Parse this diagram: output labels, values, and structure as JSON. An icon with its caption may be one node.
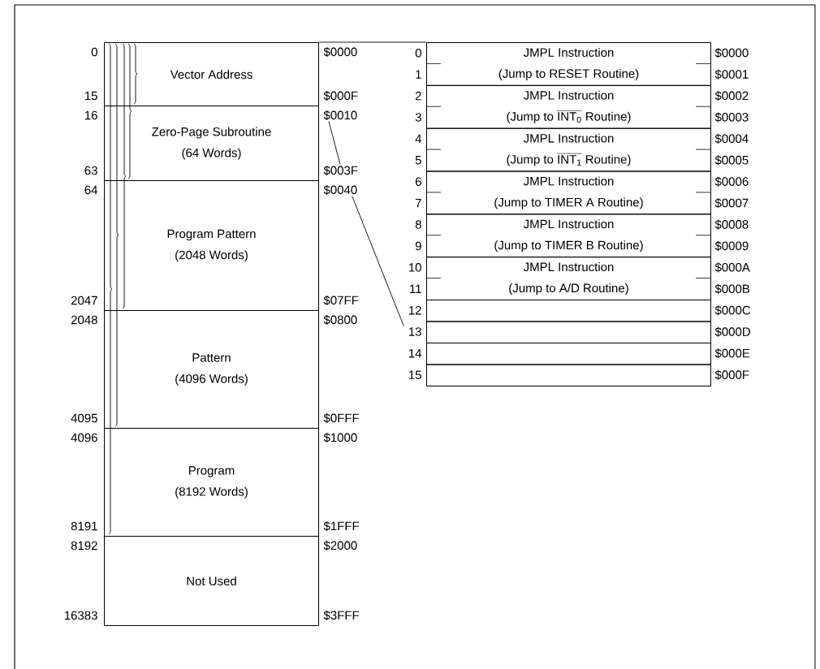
{
  "diagram": {
    "nodes": [
      {
        "text": [
          "Vector Address"
        ]
      },
      {
        "text": [
          "Zero-Page Subroutine",
          "(64 Words)"
        ]
      },
      {
        "text": [
          "Program Pattern",
          "(2048 Words)"
        ]
      },
      {
        "text": [
          "Pattern",
          "(4096 Words)"
        ]
      },
      {
        "text": [
          "Program",
          "(8192 Words)"
        ]
      },
      {
        "text": [
          "Not Used"
        ]
      },
      {
        "text": [
          "JMPL Instruction",
          "(Jump to RESET Routine)"
        ]
      },
      {
        "text": [
          "JMPL Instruction",
          "\\text{(Jump to }\\overline{\\text{INT}_{\\text{0}}}\\text{ Routine)}"
        ]
      },
      {
        "text": [
          "JMPL Instruction",
          "\\text{(Jump to }\\overline{\\text{INT}_{\\text{1}}}\\text{ Routine)}"
        ]
      },
      {
        "text": [
          "JMPL Instruction",
          "(Jump to TIMER A Routine)"
        ]
      },
      {
        "text": [
          "JMPL Instruction",
          "(Jump to TIMER B Routine)"
        ]
      },
      {
        "text": [
          "JMPL Instruction",
          "(Jump to A/D Routine)"
        ]
      },
      {
        "text": [],
        "shape": "box"
      },
      {
        "text": [],
        "shape": "box"
      },
      {
        "text": [],
        "shape": "box"
      },
      {
        "text": [],
        "shape": "box"
      },
      {
        "text": [
          "$0010"
        ]
      },
      {
        "text": [
          "$003F"
        ]
      },
      {
        "text": [
          "$0040"
        ]
      },
      {
        "text": [
          "13"
        ]
      }
    ],
    "edges": [
      {
        "from": 0,
        "to": 6,
        "arrow": "none"
      },
      {
        "from": 16,
        "to": 17,
        "arrow": "none"
      },
      {
        "from": 18,
        "to": 19,
        "arrow": "none"
      }
    ],
    "labels": [
      "0",
      "$0000",
      "15",
      "$000F",
      "16",
      "63",
      "64",
      "2047",
      "$07FF",
      "2048",
      "$0800",
      "4095",
      "$0FFF",
      "4096",
      "$1000",
      "8191",
      "$1FFF",
      "8192",
      "$2000",
      "16383",
      "$3FFF",
      "0",
      "$0000",
      "1",
      "$0001",
      "2",
      "$0002",
      "3",
      "$0003",
      "4",
      "$0004",
      "5",
      "$0005",
      "6",
      "$0006",
      "7",
      "$0007",
      "8",
      "$0008",
      "9",
      "$0009",
      "10",
      "$000A",
      "11",
      "$000B",
      "12",
      "$000C",
      "$000D",
      "14",
      "$000E",
      "15",
      "$000F"
    ]
  }
}
